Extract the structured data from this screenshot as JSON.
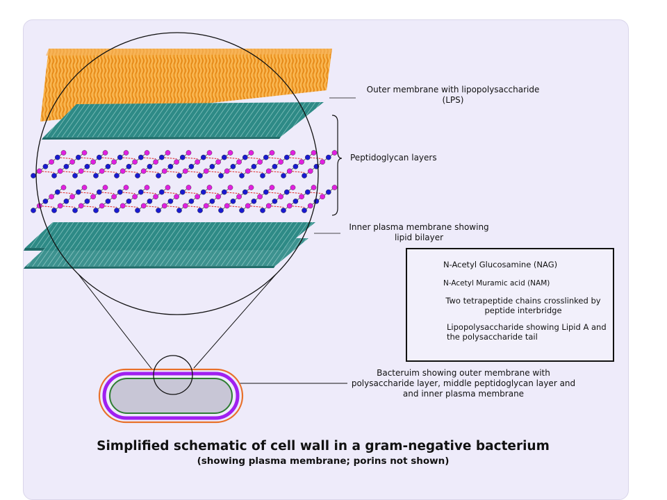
{
  "labels": {
    "outer_membrane": "Outer membrane with lipopolysaccharide (LPS)",
    "peptidoglycan": "Peptidoglycan layers",
    "inner_membrane": "Inner plasma membrane showing lipid bilayer",
    "bacterium": "Bacteruim showing outer membrane with polysaccharide layer, middle peptidoglycan layer and and inner plasma membrane"
  },
  "legend": {
    "items": [
      {
        "label": "N-Acetyl Glucosamine (NAG)",
        "icon": "magenta-circle-icon",
        "color": "#e020e0"
      },
      {
        "label": "N-Acetyl Muramic acid (NAM)",
        "icon": "blue-circle-icon",
        "color": "#1a1ad0"
      },
      {
        "label": "Two tetrapeptide chains crosslinked by peptide interbridge",
        "icon": "dashed-red-crosslink-icon",
        "color": "#e02020"
      },
      {
        "label": "Lipopolysaccharide showing Lipid A and the polysaccharide tail",
        "icon": "lps-molecule-icon",
        "color": "#f39a1e"
      }
    ]
  },
  "title": "Simplified schematic of cell wall in a gram-negative bacterium",
  "subtitle": "(showing plasma membrane; porins not shown)",
  "colors": {
    "panel_background": "#eeebfa",
    "lps_orange": "#f39a1e",
    "membrane_teal": "#2e8a86",
    "nag_magenta": "#e020e0",
    "nam_blue": "#1a1ad0",
    "crosslink_red": "#e02020",
    "bacterium_outer": "#e8702a",
    "bacterium_middle": "#a020f0",
    "bacterium_inner": "#2e7d32",
    "cytoplasm": "#c8c6d6"
  }
}
